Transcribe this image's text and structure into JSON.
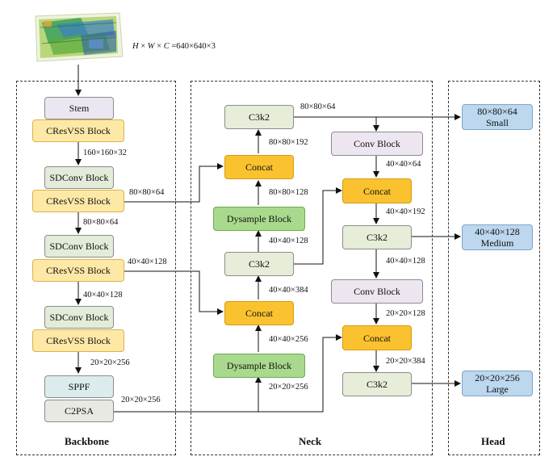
{
  "input": {
    "shape_label": "=640×640×3",
    "shape_vars": [
      "H",
      "W",
      "C"
    ],
    "shape_ops": [
      "×",
      "×"
    ]
  },
  "sections": {
    "backbone": "Backbone",
    "neck": "Neck",
    "head": "Head"
  },
  "backbone": {
    "stem": "Stem",
    "cres1": "CResVSS Block",
    "sdconv1": "SDConv Block",
    "cres2": "CResVSS Block",
    "sdconv2": "SDConv Block",
    "cres3": "CResVSS Block",
    "sdconv3": "SDConv Block",
    "cres4": "CResVSS Block",
    "sppf": "SPPF",
    "c2psa": "C2PSA"
  },
  "neck": {
    "c3k2_top": "C3k2",
    "concat_top": "Concat",
    "dysample_top": "Dysample Block",
    "c3k2_mid": "C3k2",
    "concat_mid": "Concat",
    "dysample_bot": "Dysample Block",
    "conv_top": "Conv Block",
    "concat_r1": "Concat",
    "c3k2_r1": "C3k2",
    "conv_bot": "Conv Block",
    "concat_r2": "Concat",
    "c3k2_r2": "C3k2"
  },
  "head": {
    "small_dim": "80×80×64",
    "small_name": "Small",
    "medium_dim": "40×40×128",
    "medium_name": "Medium",
    "large_dim": "20×20×256",
    "large_name": "Large"
  },
  "labels": {
    "bb_160": "160×160×32",
    "bb_80_out": "80×80×64",
    "bb_80": "80×80×64",
    "bb_40_out": "40×40×128",
    "bb_40": "40×40×128",
    "bb_20": "20×20×256",
    "bb_c2psa_out": "20×20×256",
    "n_c3k2_top_out": "80×80×64",
    "n_192": "80×80×192",
    "n_128": "80×80×128",
    "n_40_128": "40×40×128",
    "n_384": "40×40×384",
    "n_256": "40×40×256",
    "n_20_256": "20×20×256",
    "r_64": "40×40×64",
    "r_192": "40×40×192",
    "r_128": "40×40×128",
    "r_20_128": "20×20×128",
    "r_384": "20×20×384"
  },
  "colors": {
    "cresvss": "#fde8a6",
    "concat": "#fbc230",
    "dysample": "#a9d98c",
    "head": "#bcd7ee"
  }
}
